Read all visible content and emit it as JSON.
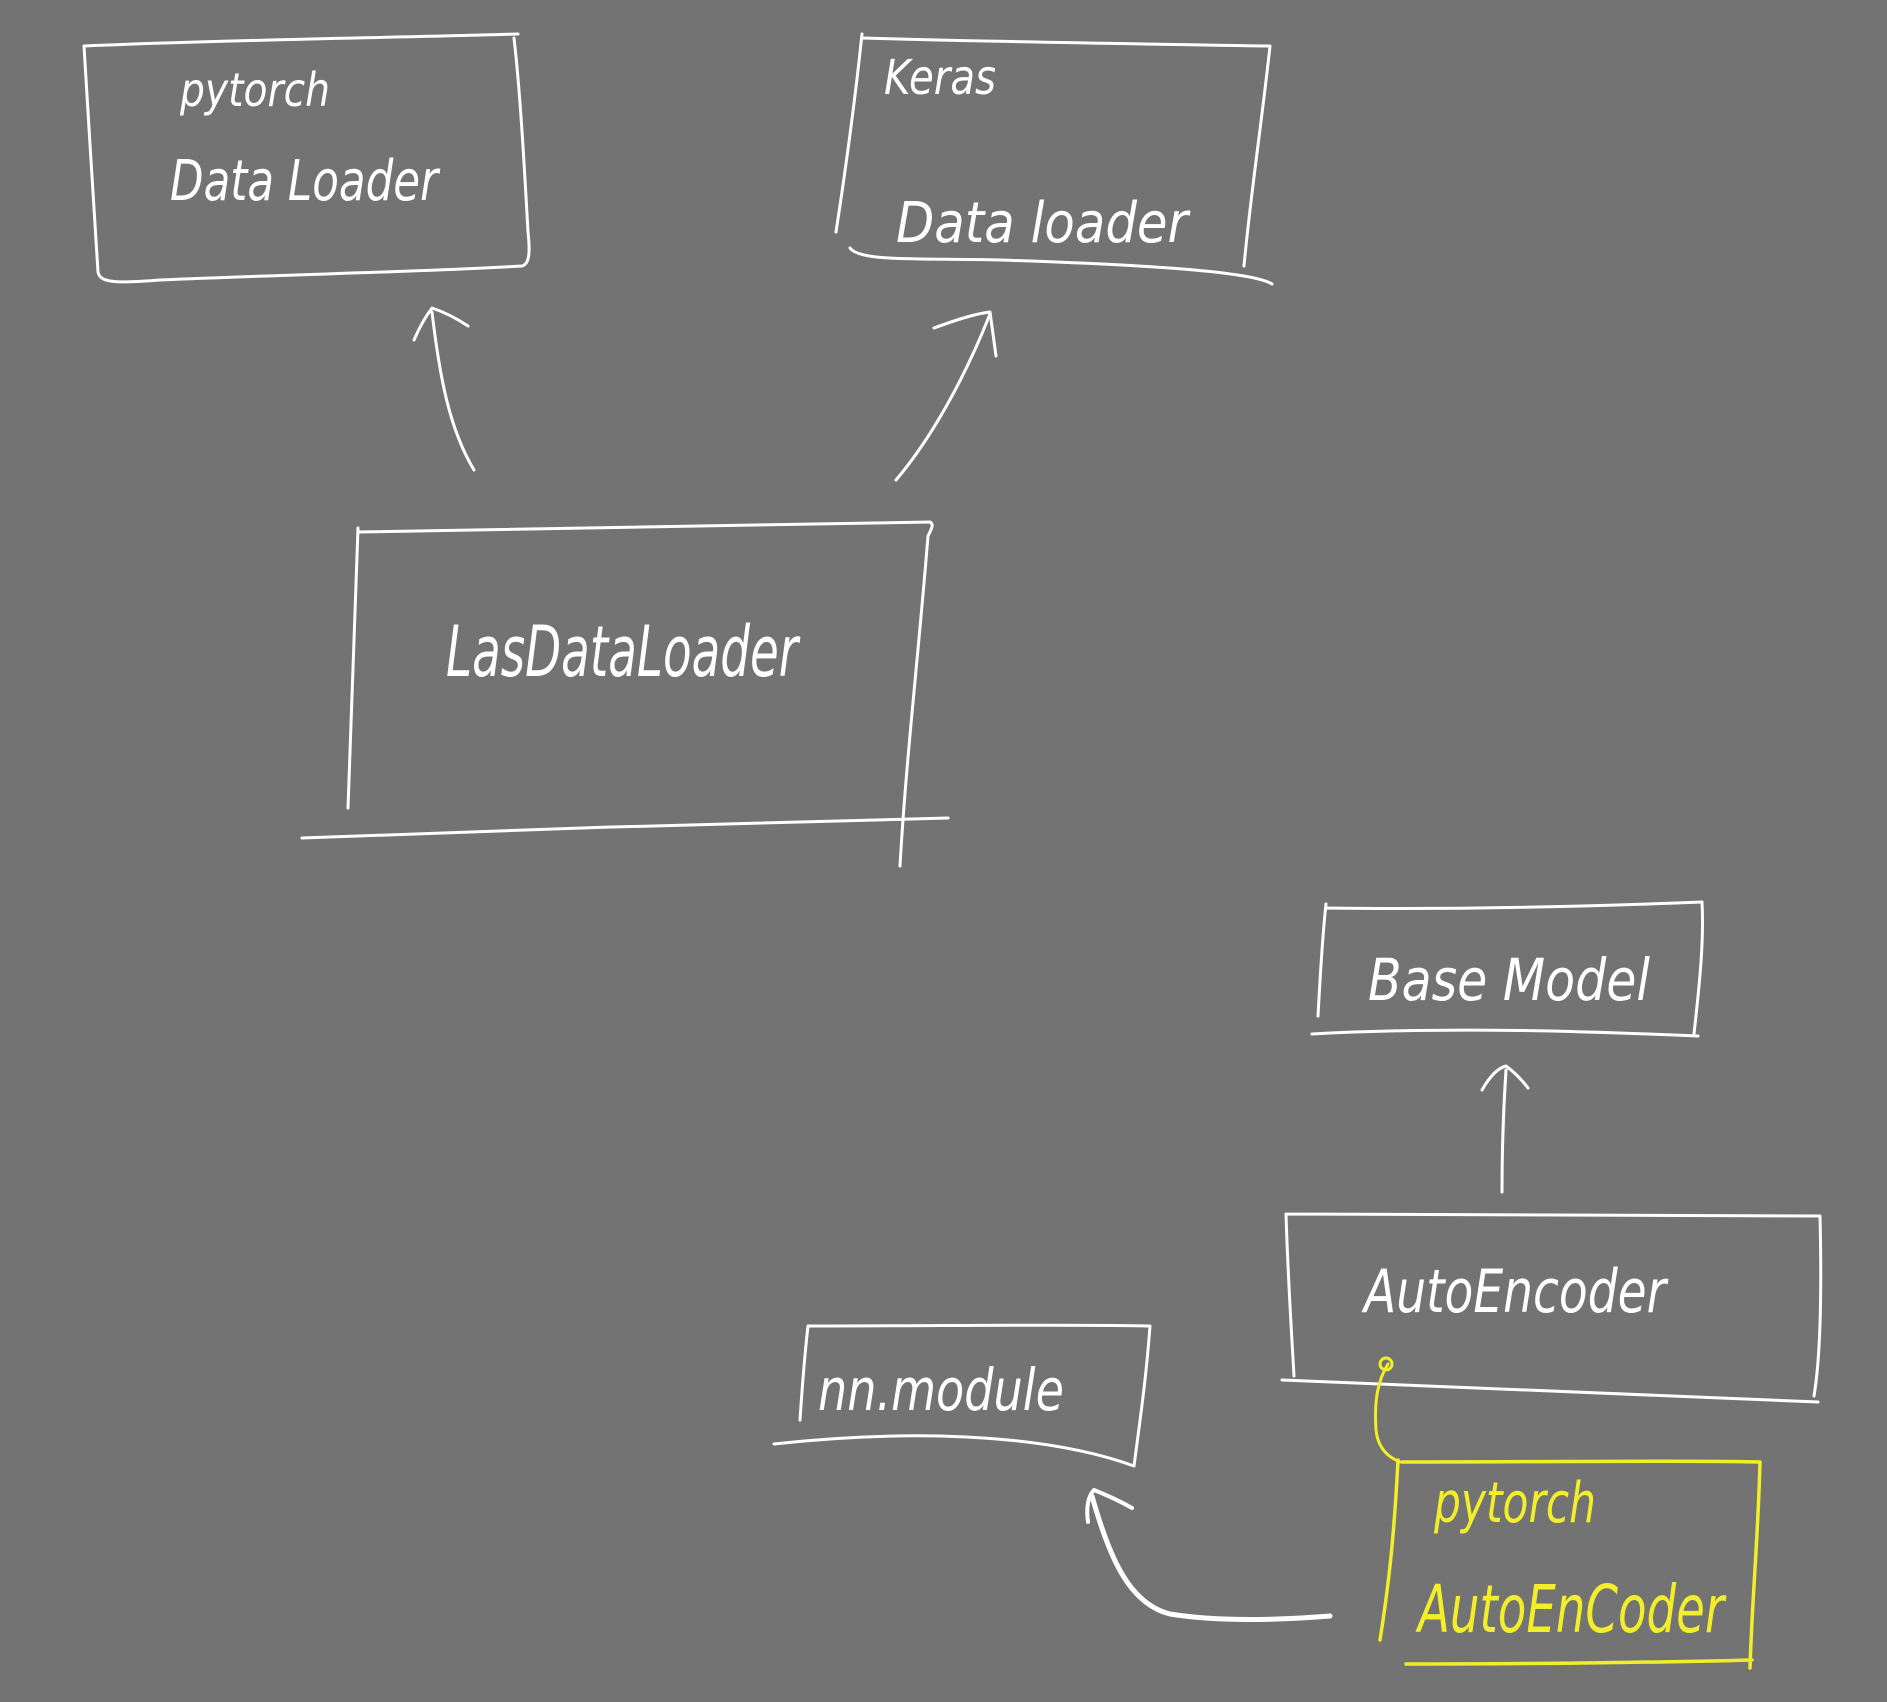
{
  "colors": {
    "background": "#747474",
    "ink": "#ffffff",
    "highlight": "#f2ee2a"
  },
  "nodes": {
    "pytorch_dataloader": {
      "line1": "pytorch",
      "line2": "Data Loader"
    },
    "keras_dataloader": {
      "line1": "Keras",
      "line2": "Data loader"
    },
    "las_dataloader": {
      "line1": "LasDataLoader"
    },
    "base_model": {
      "line1": "Base Model"
    },
    "autoencoder": {
      "line1": "AutoEncoder"
    },
    "nn_module": {
      "line1": "nn.module"
    },
    "pytorch_autoencoder": {
      "line1": "pytorch",
      "line2": "AutoEnCoder"
    }
  }
}
